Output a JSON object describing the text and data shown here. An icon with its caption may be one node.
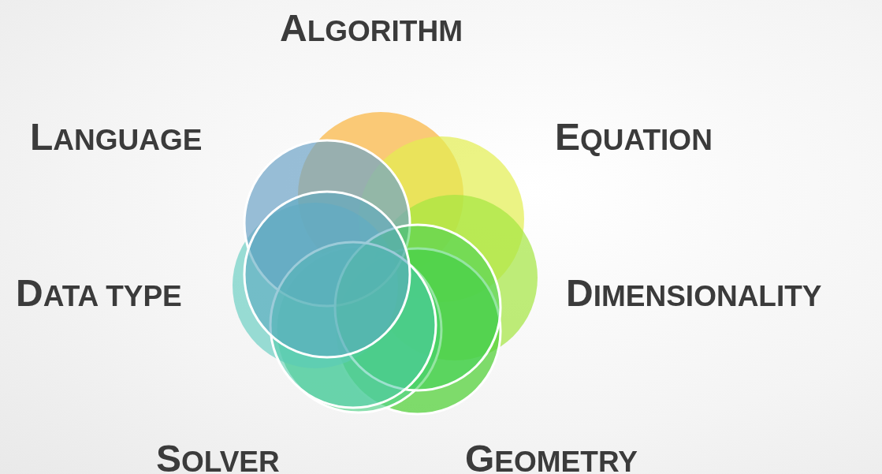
{
  "diagram": {
    "labels": [
      "ALGORITHM",
      "LANGUAGE",
      "EQUATION",
      "DATA TYPE",
      "DIMENSIONALITY",
      "SOLVER",
      "GEOMETRY"
    ]
  }
}
